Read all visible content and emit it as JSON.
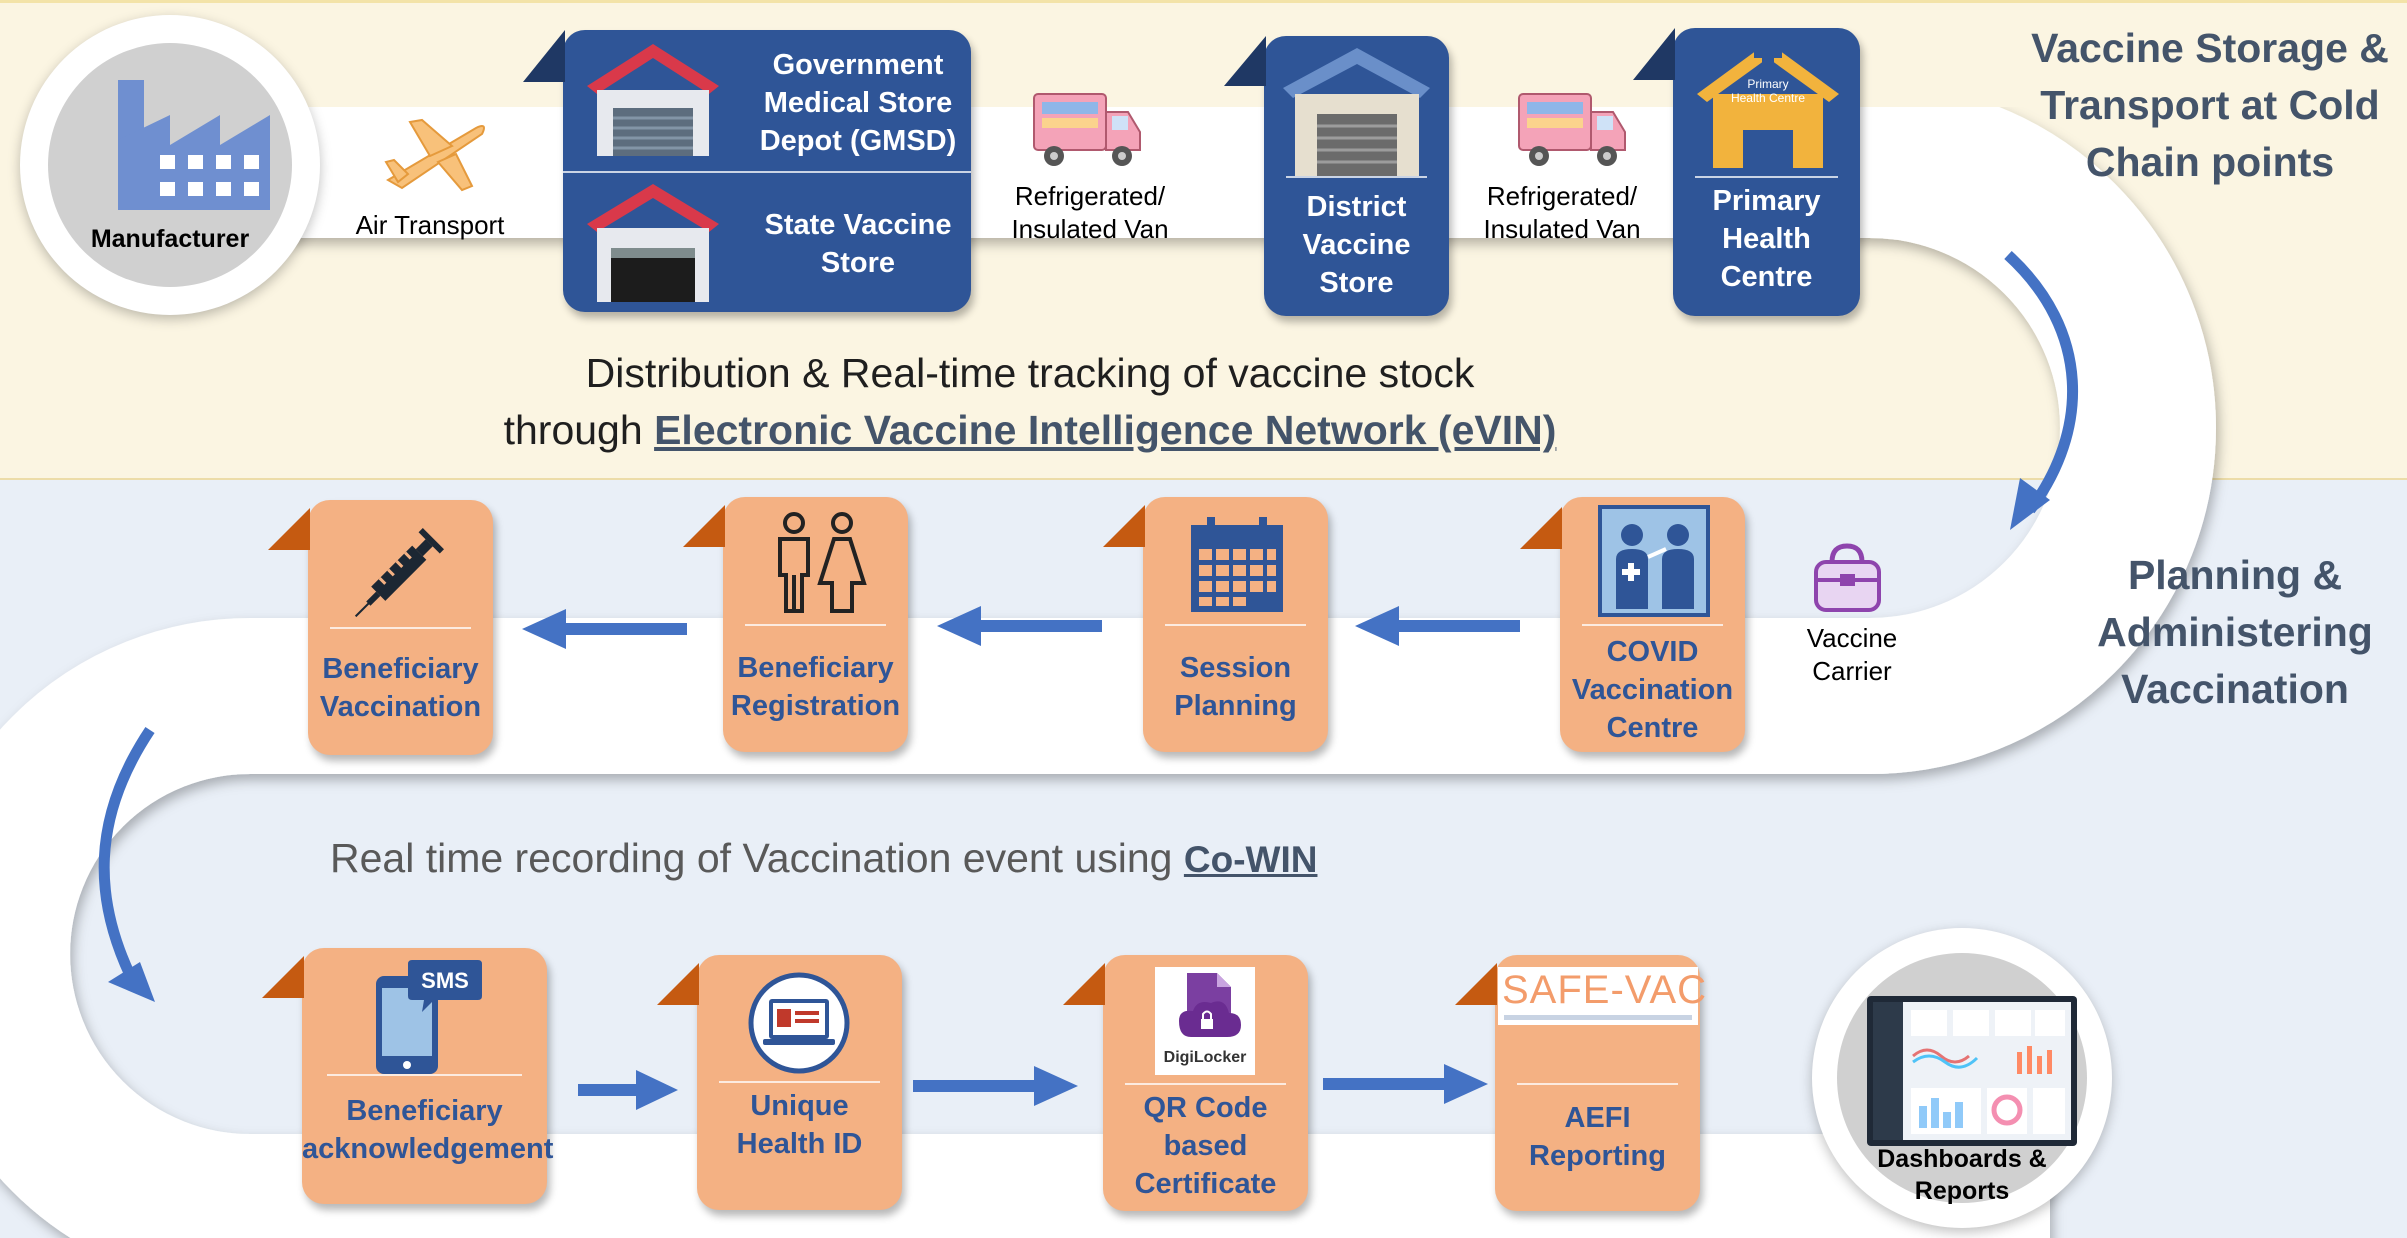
{
  "section_titles": {
    "storage": "Vaccine Storage & Transport at Cold Chain points",
    "planning": "Planning & Administering Vaccination"
  },
  "tracking": {
    "line1": "Distribution & Real-time tracking of vaccine stock",
    "line2_prefix": "through",
    "link": "Electronic Vaccine Intelligence Network (eVIN)"
  },
  "cowin": {
    "prefix": "Real time recording of Vaccination event using",
    "link": "Co-WIN"
  },
  "nodes": {
    "manufacturer": "Manufacturer",
    "dashboards_line1": "Dashboards &",
    "dashboards_line2": "Reports"
  },
  "transport": {
    "air": "Air Transport",
    "van1_line1": "Refrigerated/",
    "van1_line2": "Insulated Van",
    "van2_line1": "Refrigerated/",
    "van2_line2": "Insulated Van",
    "carrier_line1": "Vaccine",
    "carrier_line2": "Carrier"
  },
  "cold_chain": {
    "gmsd_line1": "Government",
    "gmsd_line2": "Medical Store",
    "gmsd_line3": "Depot (GMSD)",
    "svs_line1": "State Vaccine",
    "svs_line2": "Store",
    "dvs_line1": "District",
    "dvs_line2": "Vaccine",
    "dvs_line3": "Store",
    "phc_line1": "Primary",
    "phc_line2": "Health",
    "phc_line3": "Centre",
    "phc_sign_line1": "Primary",
    "phc_sign_line2": "Health Centre"
  },
  "vaccination_steps": {
    "cvc_line1": "COVID",
    "cvc_line2": "Vaccination",
    "cvc_line3": "Centre",
    "session_line1": "Session",
    "session_line2": "Planning",
    "registration_line1": "Beneficiary",
    "registration_line2": "Registration",
    "vaccination_line1": "Beneficiary",
    "vaccination_line2": "Vaccination"
  },
  "post_steps": {
    "ack_line1": "Beneficiary",
    "ack_line2": "acknowledgement",
    "sms_badge": "SMS",
    "uhid_line1": "Unique",
    "uhid_line2": "Health ID",
    "qr_line1": "QR Code",
    "qr_line2": "based",
    "qr_line3": "Certificate",
    "digilocker": "DigiLocker",
    "aefi_line1": "AEFI",
    "aefi_line2": "Reporting",
    "safevac_logo": "SAFE-VAC"
  },
  "colors": {
    "blue_box": "#2f5597",
    "orange_box": "#f4b183",
    "tab_dark": "#1f3864",
    "tab_orange": "#c55a11",
    "arrow": "#4472c4",
    "title": "#44546a"
  }
}
